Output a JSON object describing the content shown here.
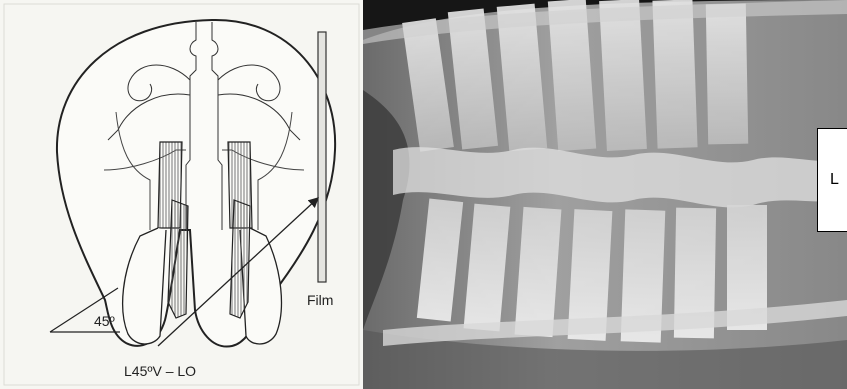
{
  "diagram": {
    "angle_label": "45º",
    "film_label": "Film",
    "projection_label": "L45ºV – LO"
  },
  "radiograph": {
    "label_visible": "L"
  }
}
